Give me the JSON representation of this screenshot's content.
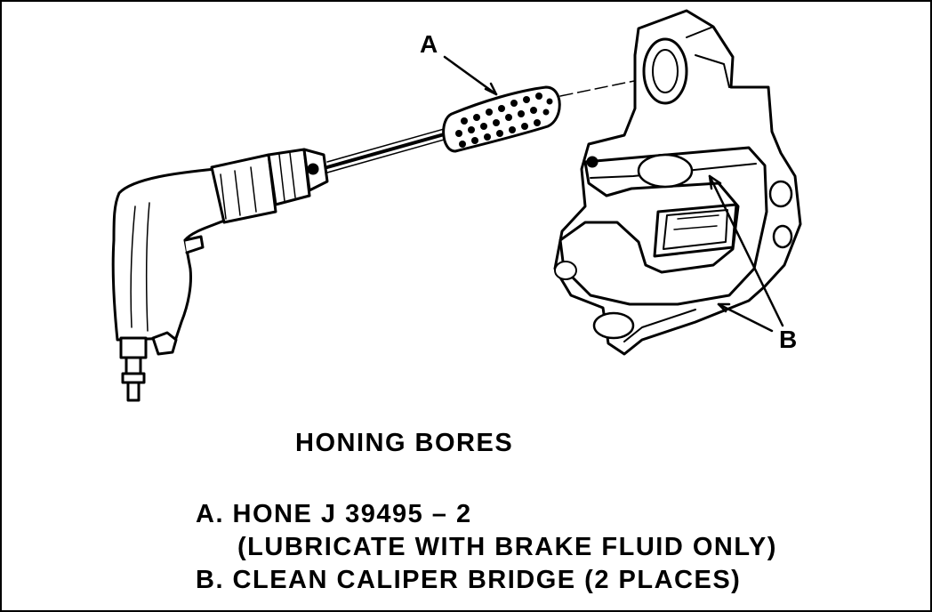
{
  "callouts": {
    "a": "A",
    "b": "B"
  },
  "caption": "HONING BORES",
  "legend": {
    "a_line1": "A. HONE J 39495 – 2",
    "a_line2": "(LUBRICATE WITH BRAKE FLUID ONLY)",
    "b_line1": "B. CLEAN CALIPER BRIDGE (2 PLACES)"
  },
  "colors": {
    "ink": "#000000",
    "paper": "#ffffff"
  }
}
